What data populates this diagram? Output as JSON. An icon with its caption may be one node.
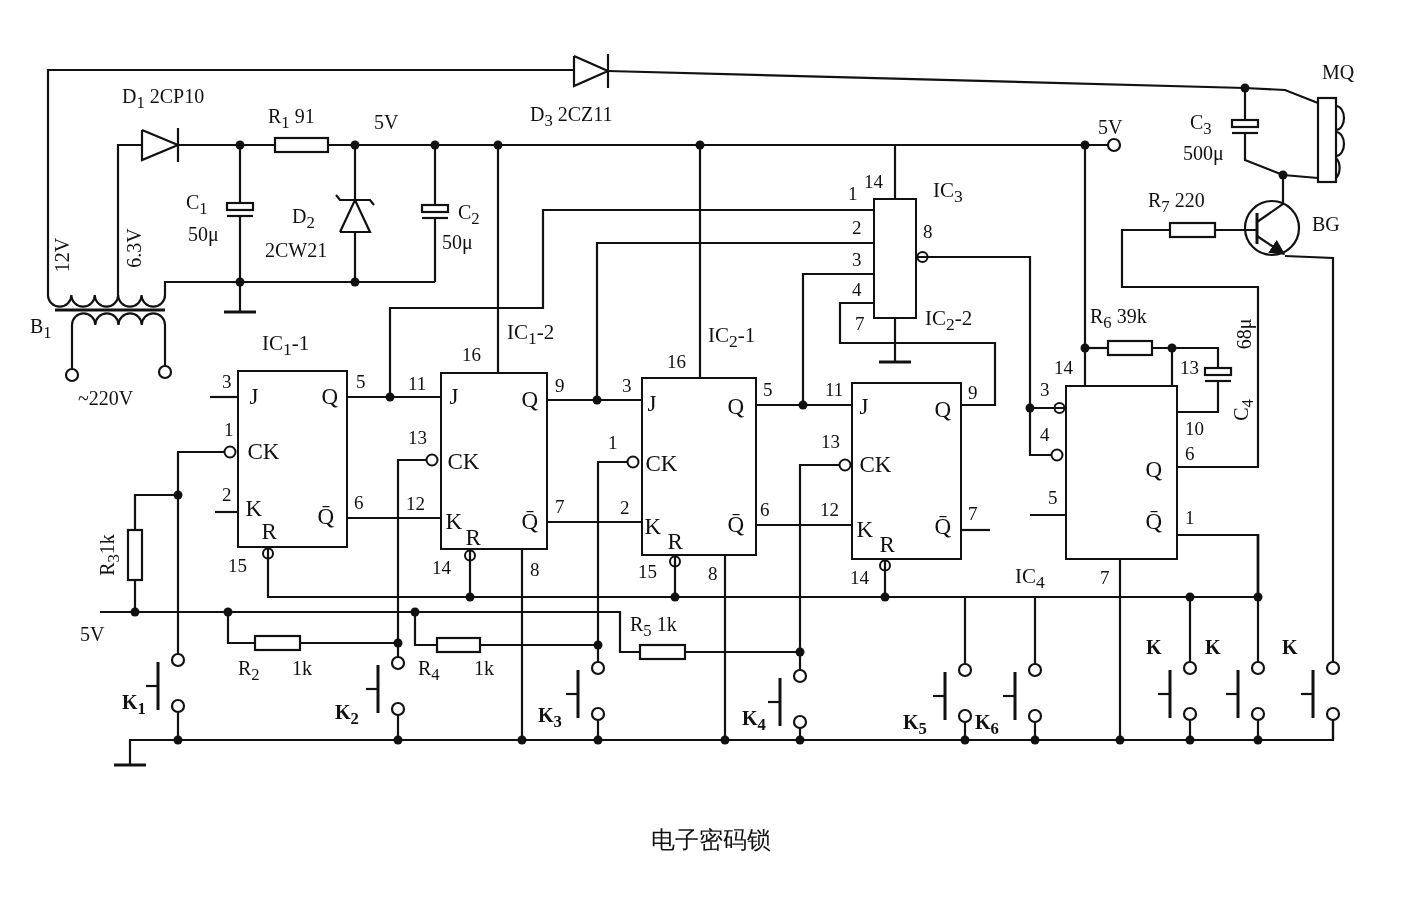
{
  "diagram": {
    "caption": "电子密码锁",
    "nodes": [
      {
        "text": [
          "IC$_{1}$-1",
          "J",
          "CK",
          "K",
          "R",
          "Q",
          "Q̄"
        ]
      },
      {
        "text": [
          "IC$_{1}$-2",
          "J",
          "CK",
          "K",
          "R",
          "Q",
          "Q̄"
        ]
      },
      {
        "text": [
          "IC$_{2}$-1",
          "J",
          "CK",
          "K",
          "R",
          "Q",
          "Q̄"
        ]
      },
      {
        "text": [
          "IC$_{2}$-2",
          "J",
          "CK",
          "K",
          "R",
          "Q",
          "Q̄"
        ]
      },
      {
        "text": [
          "IC$_{3}$"
        ]
      },
      {
        "text": [
          "IC$_{4}$",
          "Q",
          "Q̄"
        ]
      }
    ],
    "edges": [
      {
        "from": 0,
        "to": 1,
        "arrow": "none"
      },
      {
        "from": 0,
        "to": 1,
        "arrow": "none"
      },
      {
        "from": 1,
        "to": 2,
        "arrow": "none"
      },
      {
        "from": 1,
        "to": 2,
        "arrow": "none"
      },
      {
        "from": 2,
        "to": 3,
        "arrow": "none"
      },
      {
        "from": 2,
        "to": 3,
        "arrow": "none"
      },
      {
        "from": 0,
        "to": 4,
        "arrow": "none"
      },
      {
        "from": 1,
        "to": 4,
        "arrow": "none"
      },
      {
        "from": 2,
        "to": 4,
        "arrow": "none"
      },
      {
        "from": 3,
        "to": 4,
        "arrow": "none"
      },
      {
        "from": 4,
        "to": 5,
        "arrow": "other"
      },
      {
        "from": 0,
        "to": 5,
        "arrow": "other"
      },
      {
        "from": 1,
        "to": 5,
        "arrow": "other"
      },
      {
        "from": 2,
        "to": 5,
        "arrow": "other"
      },
      {
        "from": 3,
        "to": 5,
        "arrow": "other"
      }
    ],
    "labels": [
      "MQ",
      "D$_{1}$ 2CP10",
      "R$_{1}$ 91",
      "5V",
      "D$_{3}$ 2CZ11",
      "5V",
      "C$_{3}$",
      "500μ",
      "C$_{1}$",
      "1",
      "14",
      "R$_{7}$ 220",
      "50μ",
      "D$_{2}$",
      "C$_{2}$",
      "2",
      "8",
      "BG",
      "12V",
      "6.3V",
      "2CW21",
      "50μ",
      "3",
      "4",
      "B$_{1}$",
      "7",
      "R$_{6}$ 39k",
      "68μ",
      "16",
      "16",
      "14",
      "13",
      "~220V",
      "3",
      "5",
      "11",
      "9",
      "3",
      "5",
      "11",
      "9",
      "3",
      "1",
      "13",
      "1",
      "13",
      "4",
      "10",
      "6",
      "C$_{4}$",
      "2",
      "6",
      "12",
      "7",
      "2",
      "6",
      "12",
      "7",
      "5",
      "1",
      "R$_{3}$1k",
      "15",
      "14",
      "8",
      "15",
      "8",
      "14",
      "7",
      "5V",
      "R$_{5}$ 1k",
      "K",
      "K",
      "K",
      "R$_{2}$",
      "1k",
      "R$_{4}$",
      "1k",
      "K$_{1}$",
      "K$_{2}$",
      "K$_{3}$",
      "K$_{4}$",
      "K$_{5}$",
      "K$_{6}$"
    ]
  }
}
